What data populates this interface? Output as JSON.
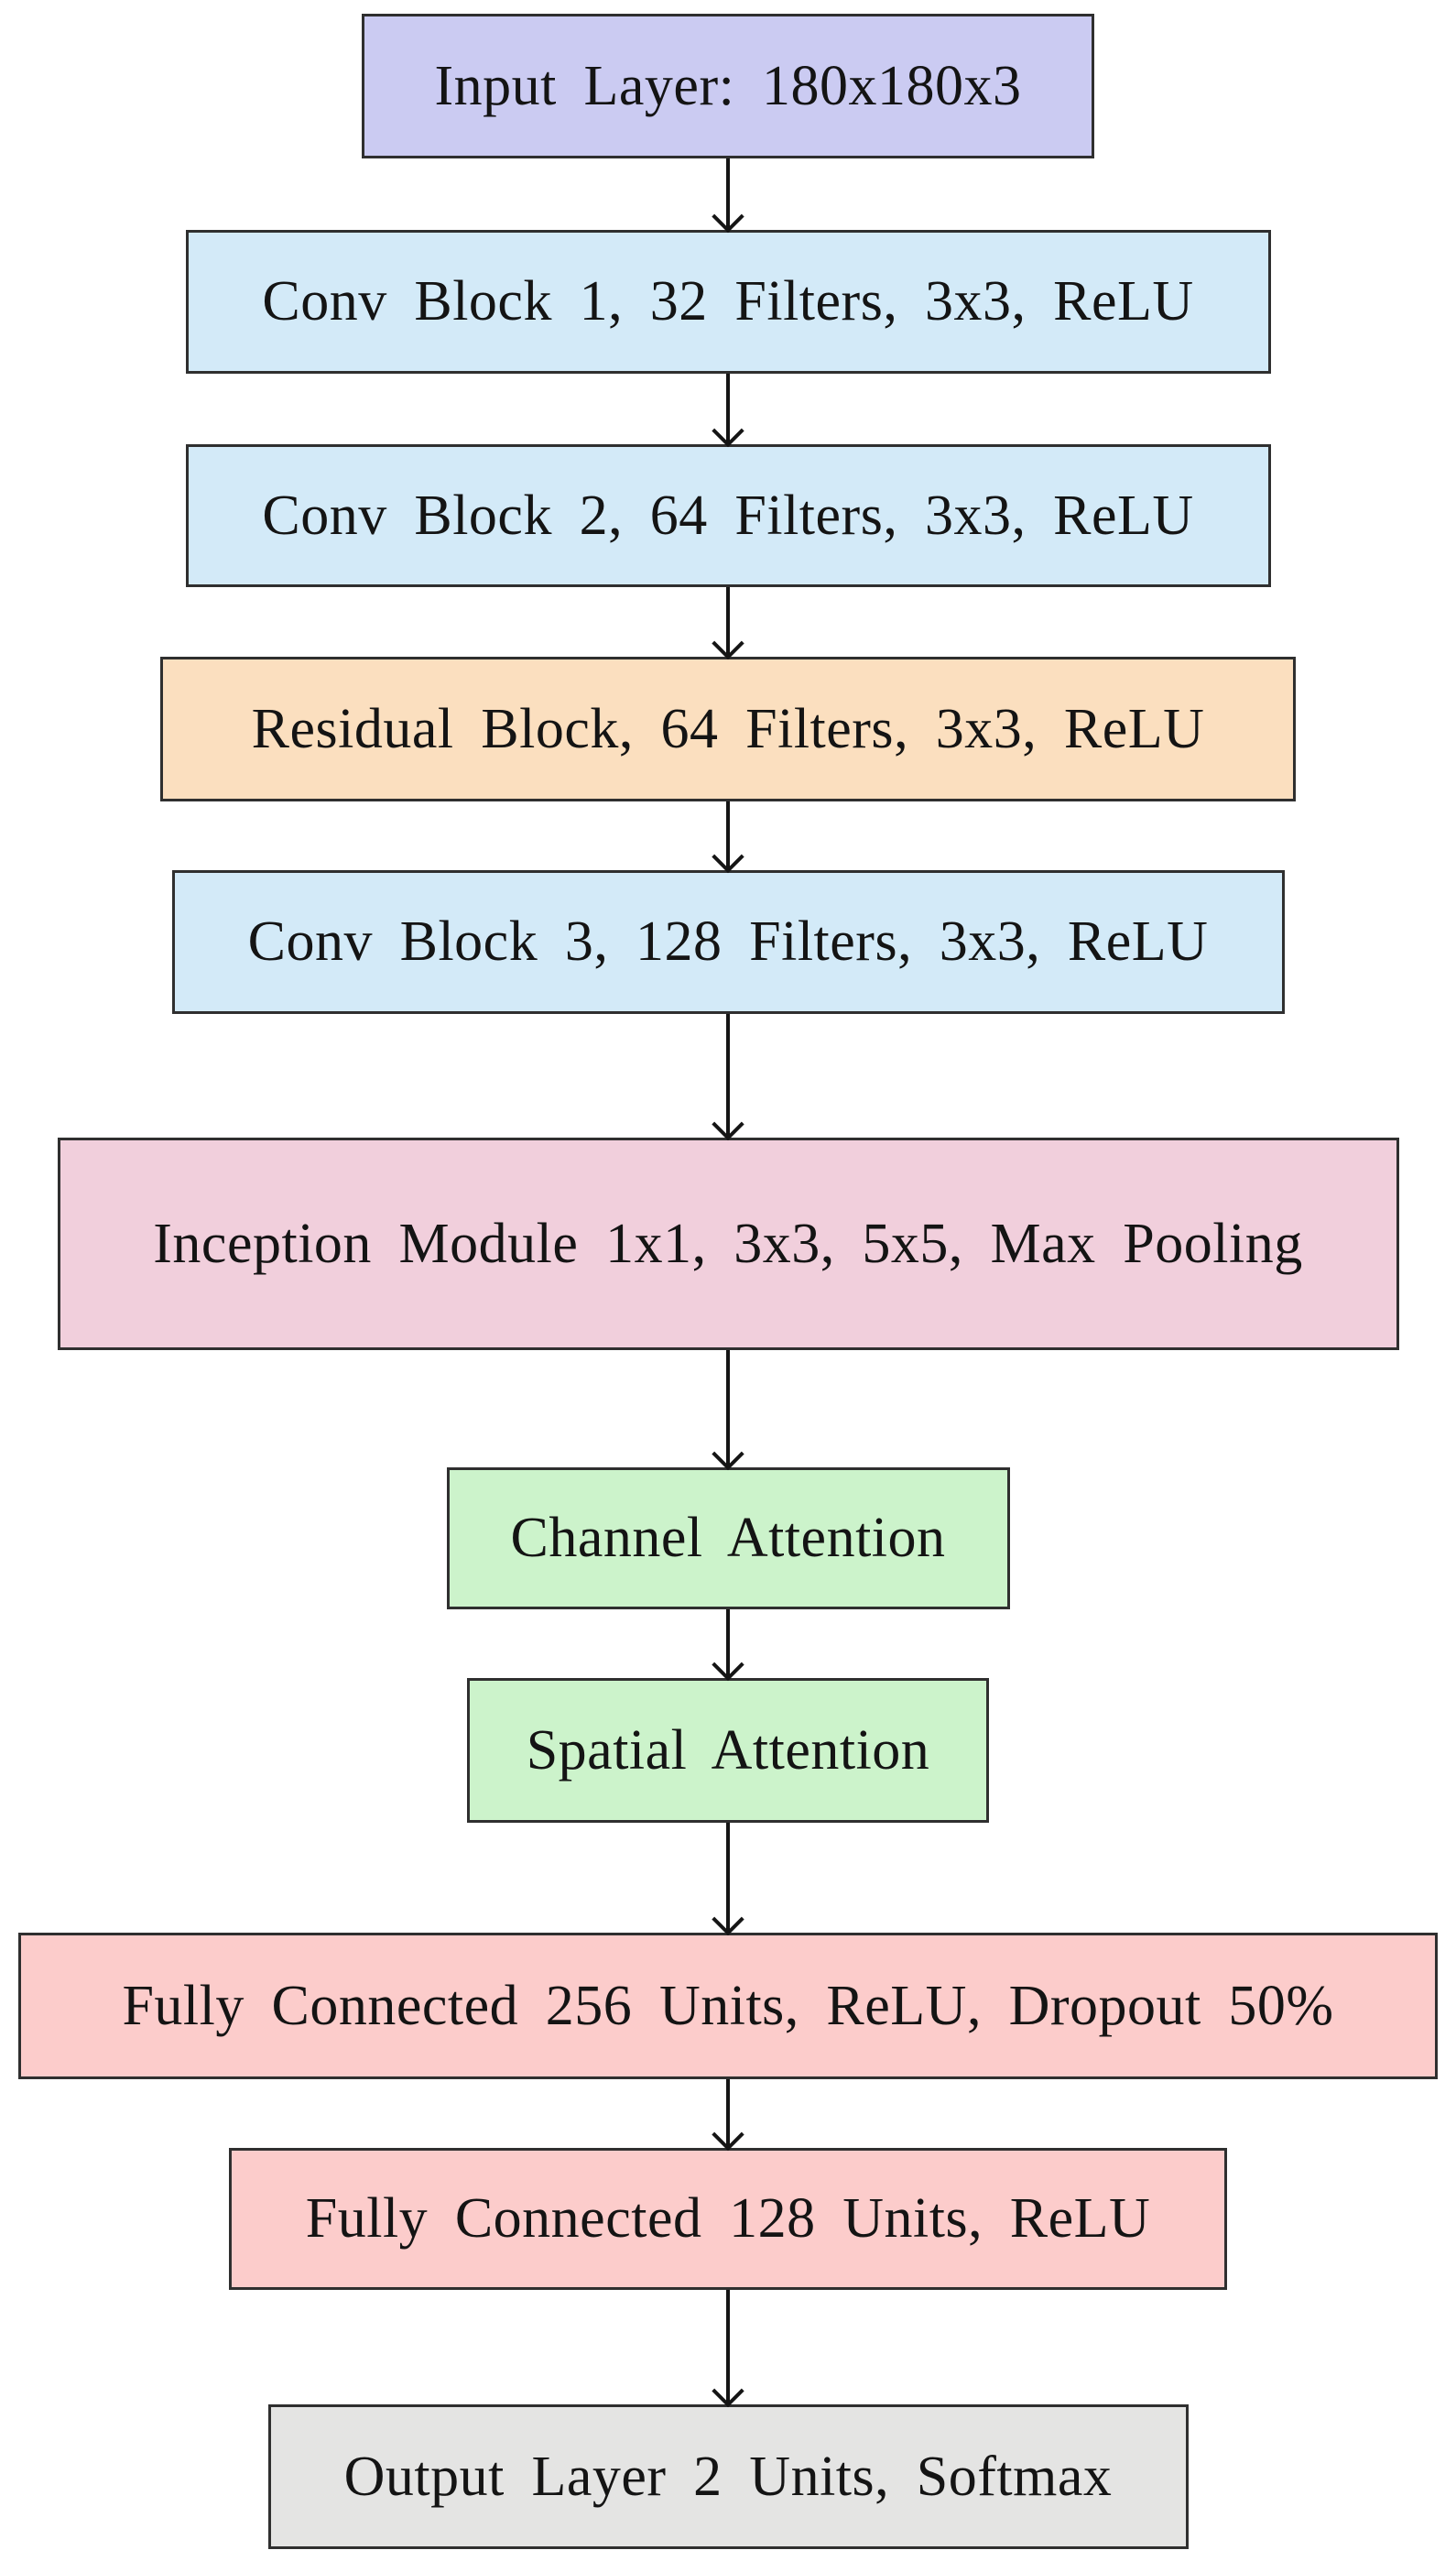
{
  "nodes": [
    {
      "id": "input-layer",
      "label": "Input Layer: 180x180x3",
      "color": "#cbcbf2"
    },
    {
      "id": "conv-block-1",
      "label": "Conv Block 1, 32 Filters, 3x3, ReLU",
      "color": "#d3eaf8"
    },
    {
      "id": "conv-block-2",
      "label": "Conv Block 2, 64 Filters, 3x3, ReLU",
      "color": "#d3eaf8"
    },
    {
      "id": "residual-block",
      "label": "Residual Block, 64 Filters, 3x3, ReLU",
      "color": "#fbdfbf"
    },
    {
      "id": "conv-block-3",
      "label": "Conv Block 3, 128 Filters, 3x3, ReLU",
      "color": "#d3eaf8"
    },
    {
      "id": "inception-module",
      "label": "Inception Module 1x1, 3x3, 5x5, Max Pooling",
      "color": "#f1cfdc"
    },
    {
      "id": "channel-attention",
      "label": "Channel Attention",
      "color": "#ccf3cb"
    },
    {
      "id": "spatial-attention",
      "label": "Spatial Attention",
      "color": "#ccf3cb"
    },
    {
      "id": "fc-256",
      "label": "Fully Connected 256 Units, ReLU, Dropout 50%",
      "color": "#fccccb"
    },
    {
      "id": "fc-128",
      "label": "Fully Connected 128 Units, ReLU",
      "color": "#fccccb"
    },
    {
      "id": "output-layer",
      "label": "Output Layer 2 Units, Softmax",
      "color": "#e4e4e3"
    }
  ],
  "style": {
    "border_color": "#2f2f2f",
    "arrow_color": "#151515",
    "text_color": "#141414",
    "background": "#ffffff"
  }
}
